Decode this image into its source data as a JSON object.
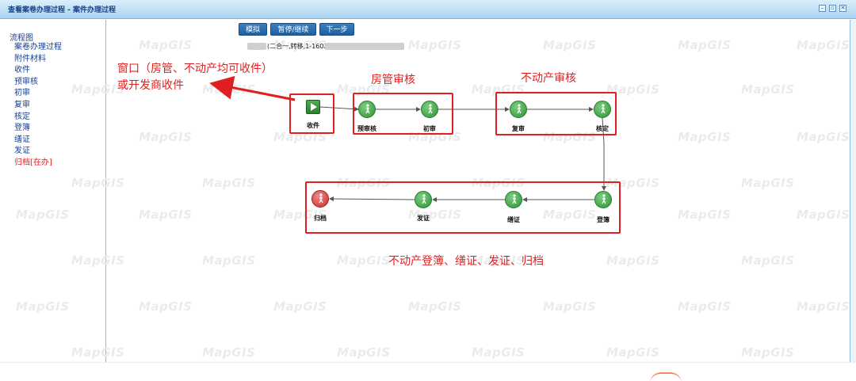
{
  "window": {
    "title": "查看案卷办理过程 - 案件办理过程",
    "controls": [
      "–",
      "▫",
      "✕"
    ]
  },
  "sidebar": {
    "root": "流程图",
    "items": [
      {
        "label": "案卷办理过程",
        "current": false
      },
      {
        "label": "附件材料",
        "current": false
      },
      {
        "label": "收件",
        "current": false
      },
      {
        "label": "预审核",
        "current": false
      },
      {
        "label": "初审",
        "current": false
      },
      {
        "label": "复审",
        "current": false
      },
      {
        "label": "核定",
        "current": false
      },
      {
        "label": "登簿",
        "current": false
      },
      {
        "label": "缮证",
        "current": false
      },
      {
        "label": "发证",
        "current": false
      },
      {
        "label": "归档[在办]",
        "current": true
      }
    ]
  },
  "toolbar": {
    "simulate": "模拟",
    "pause_continue": "暂停/继续",
    "next_step": "下一步"
  },
  "case_info": {
    "text": "(二合一,转移,1-1602)"
  },
  "watermark": {
    "text": "MapGIS"
  },
  "flow": {
    "nodes": {
      "receive": "收件",
      "pre_review": "预审核",
      "first_review": "初审",
      "re_review": "复审",
      "approve": "核定",
      "register": "登簿",
      "certificate": "缮证",
      "issue": "发证",
      "archive": "归档"
    }
  },
  "annotations": {
    "window_line1": "窗口（房管、不动产均可收件）",
    "window_line2": "或开发商收件",
    "housing_review": "房管审核",
    "realestate_review": "不动产审核",
    "final_steps": "不动产登簿、缮证、发证、归档"
  },
  "colors": {
    "annotation_red": "#e02020",
    "node_green": "#2f8f3a",
    "node_end_red": "#c53030",
    "button_blue": "#1f5f9e",
    "titlebar_blue": "#a9d2f0"
  }
}
